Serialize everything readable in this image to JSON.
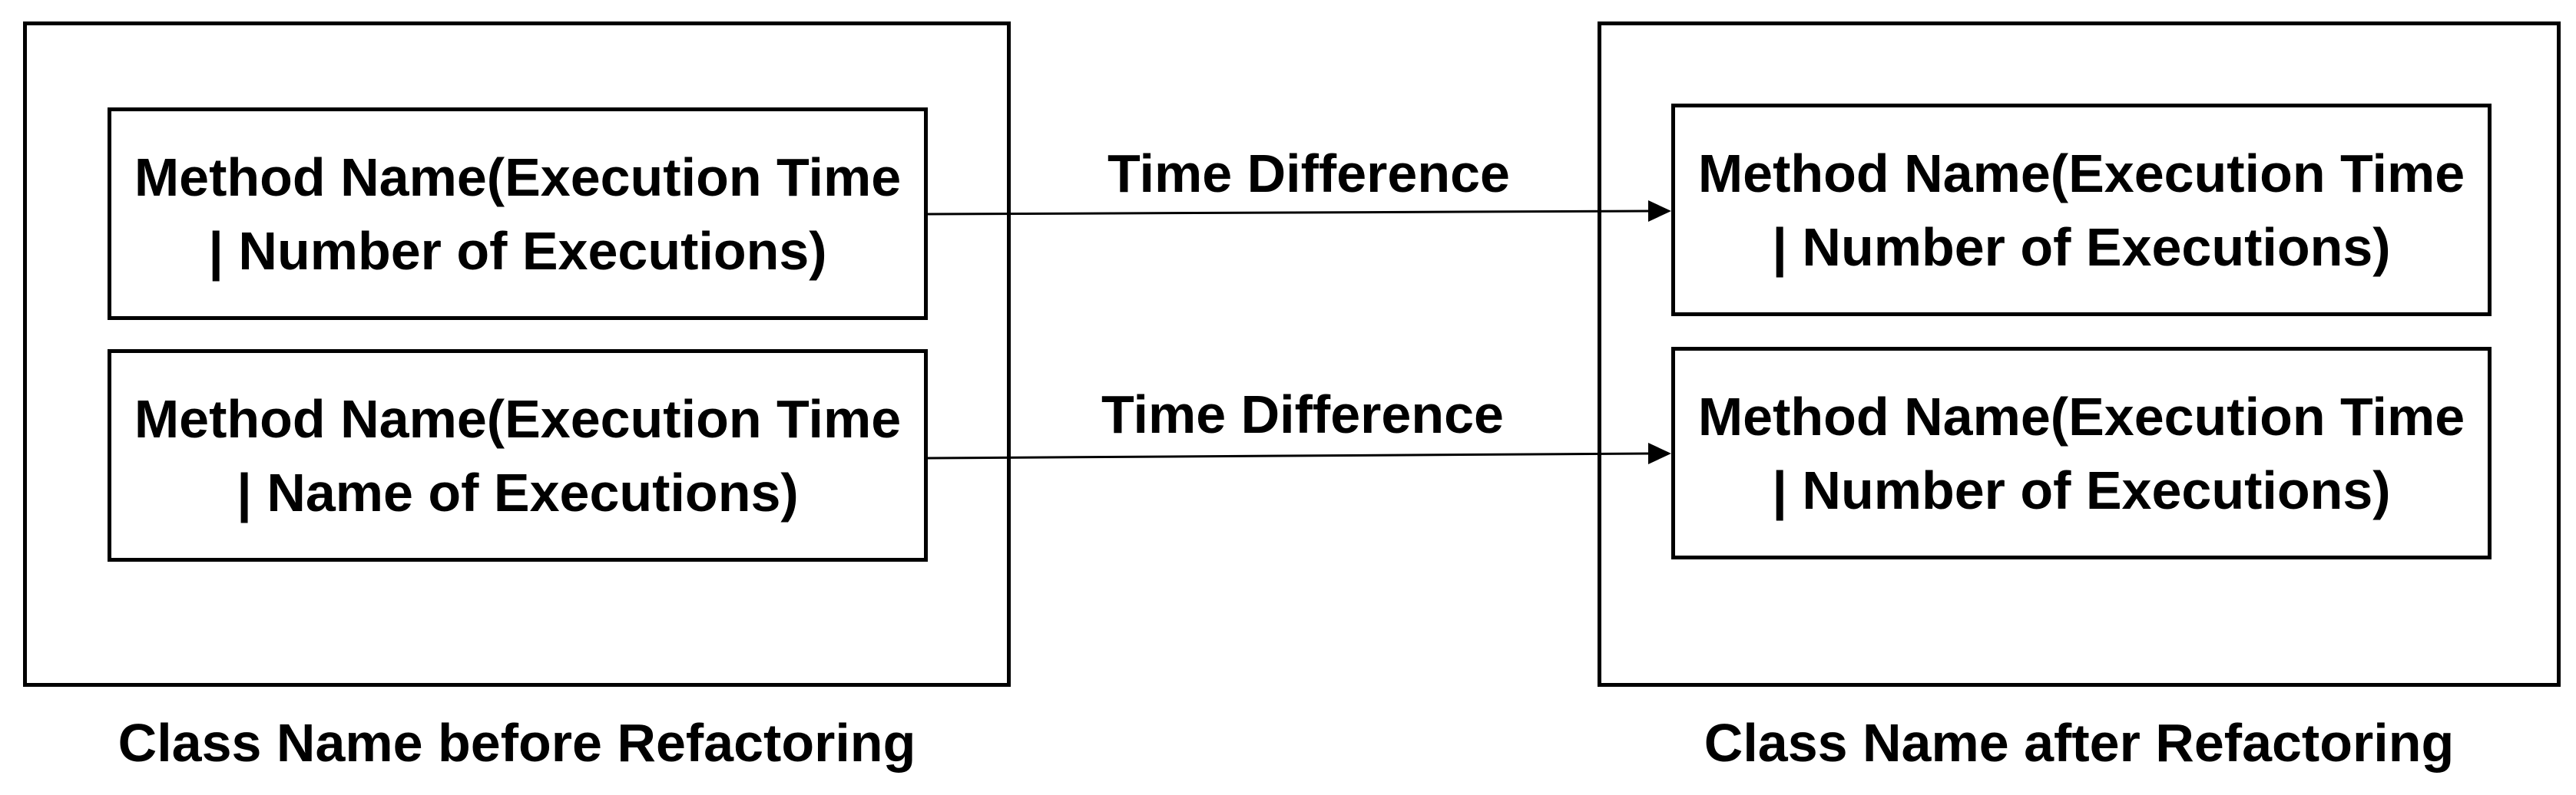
{
  "before": {
    "class_label": "Class Name before Refactoring",
    "methods": [
      {
        "line1": "Method Name(Execution Time",
        "line2": "| Number of Executions)"
      },
      {
        "line1": "Method Name(Execution Time",
        "line2": "| Name of Executions)"
      }
    ]
  },
  "after": {
    "class_label": "Class Name after Refactoring",
    "methods": [
      {
        "line1": "Method Name(Execution Time",
        "line2": "| Number of Executions)"
      },
      {
        "line1": "Method Name(Execution Time",
        "line2": "| Number of Executions)"
      }
    ]
  },
  "connections": [
    {
      "label": "Time Difference"
    },
    {
      "label": "Time Difference"
    }
  ],
  "colors": {
    "stroke": "#000000",
    "background": "#ffffff"
  }
}
